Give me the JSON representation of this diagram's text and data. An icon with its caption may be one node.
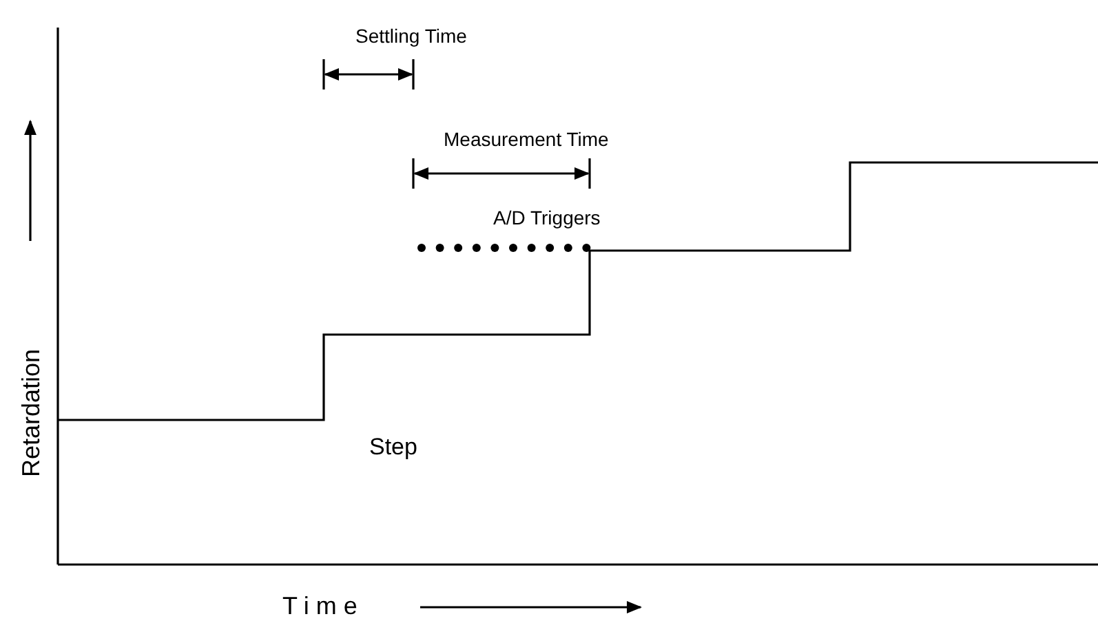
{
  "diagram": {
    "labels": [
      "Settling Time",
      "Measurement Time",
      "A/D Triggers",
      "Step",
      "Retardation",
      "Time"
    ]
  }
}
